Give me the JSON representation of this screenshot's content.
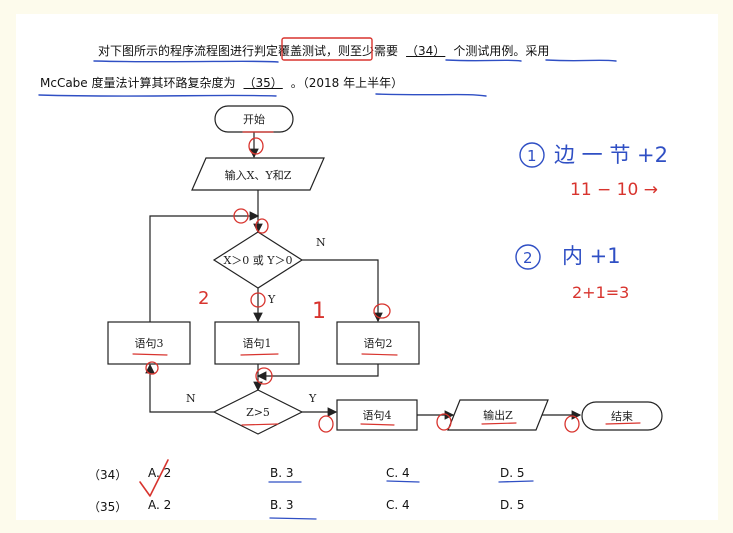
{
  "question": {
    "line1_a": "对下图所示的程序流程图进行",
    "line1_b": "判定覆盖测试",
    "line1_c": "，则至少需要",
    "blank34": "（34）",
    "line1_d": "个测试用例。采用",
    "line2_a": "McCabe 度量法计算其环路复杂度为",
    "blank35": "（35）",
    "line2_b": "。（2018 年上半年）"
  },
  "flowchart": {
    "start": "开始",
    "input": "输入X、Y和Z",
    "cond1": "X＞0 或 Y＞0",
    "cond1_no": "N",
    "cond1_yes": "Y",
    "stmt1": "语句1",
    "stmt2": "语句2",
    "stmt3": "语句3",
    "cond2": "Z>5",
    "cond2_no": "N",
    "cond2_yes": "Y",
    "stmt4": "语句4",
    "output": "输出Z",
    "end": "结束"
  },
  "annotations": {
    "note1_circle": "1",
    "note1_text": "边 一 节 +2",
    "note1_calc": "11 − 10 →",
    "note2_circle": "2",
    "note2_text": "内 +1",
    "note2_calc": "2+1=3",
    "mark_2": "2",
    "mark_1": "1"
  },
  "options": {
    "q34": {
      "label": "（34）",
      "a": "A. 2",
      "b": "B. 3",
      "c": "C. 4",
      "d": "D. 5"
    },
    "q35": {
      "label": "（35）",
      "a": "A. 2",
      "b": "B. 3",
      "c": "C. 4",
      "d": "D. 5"
    }
  },
  "colors": {
    "ink_blue": "#2f4fc4",
    "ink_red": "#d8342e",
    "line": "#222222"
  }
}
